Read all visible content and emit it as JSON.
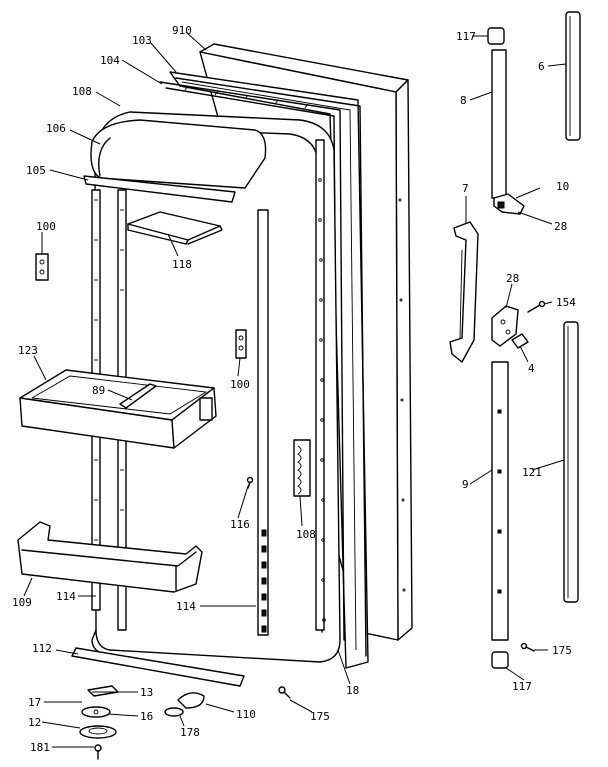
{
  "callouts": {
    "c910": "910",
    "c103": "103",
    "c104": "104",
    "c108a": "108",
    "c106": "106",
    "c105": "105",
    "c100a": "100",
    "c118": "118",
    "c123": "123",
    "c89": "89",
    "c100b": "100",
    "c116": "116",
    "c108b": "108",
    "c109": "109",
    "c114a": "114",
    "c114b": "114",
    "c112": "112",
    "c13": "13",
    "c17": "17",
    "c16": "16",
    "c12": "12",
    "c181": "181",
    "c178": "178",
    "c110": "110",
    "c175a": "175",
    "c18": "18",
    "c117a": "117",
    "c8": "8",
    "c6": "6",
    "c10": "10",
    "c28a": "28",
    "c7": "7",
    "c28b": "28",
    "c154": "154",
    "c4": "4",
    "c9": "9",
    "c121": "121",
    "c175b": "175",
    "c117b": "117"
  }
}
